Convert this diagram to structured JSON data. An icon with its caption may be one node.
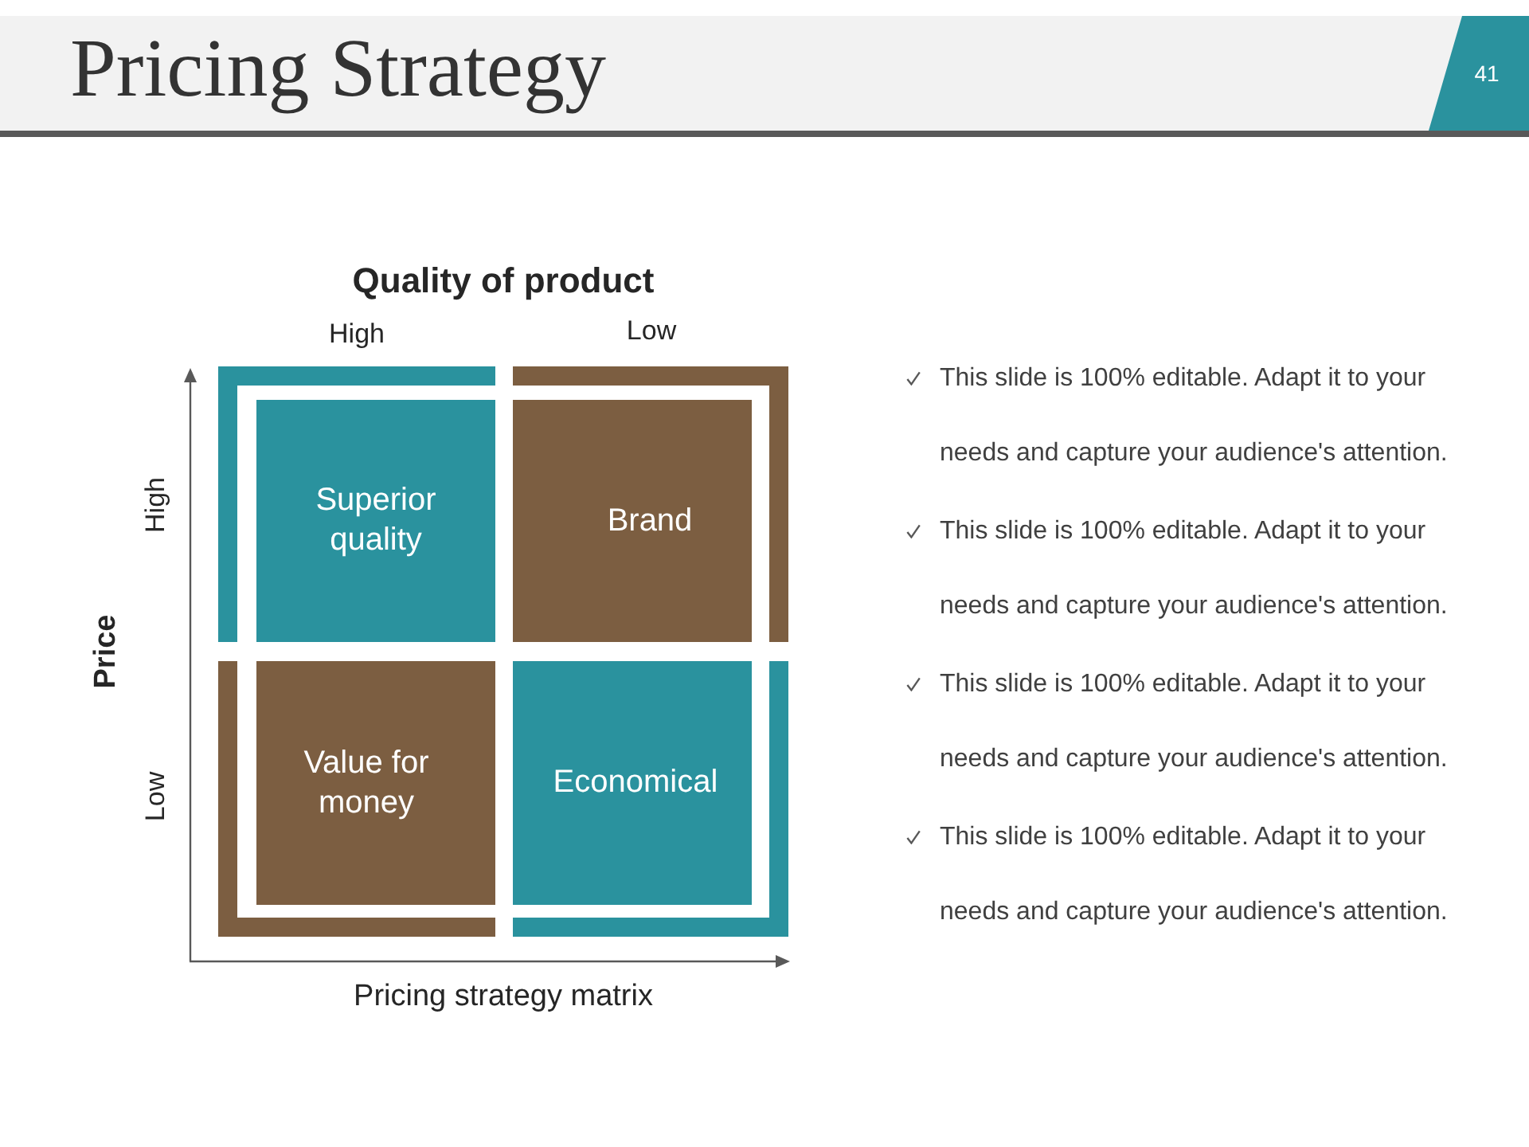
{
  "diagram": {
    "title": "Pricing Strategy",
    "nodes": [
      {
        "text": [
          "Superior quality"
        ]
      },
      {
        "text": [
          "Brand"
        ]
      },
      {
        "text": [
          "Value for money"
        ]
      },
      {
        "text": [
          "Economical"
        ]
      }
    ],
    "labels": [
      "41",
      "Quality of product",
      "High",
      "Low",
      "High",
      "Price",
      "Low",
      "Pricing strategy matrix",
      "This slide is 100% editable. Adapt it to your needs and capture your audience's attention.",
      "This slide is 100% editable. Adapt it to your needs and capture your audience's attention.",
      "This slide is 100% editable. Adapt it to your needs and capture your audience's attention.",
      "This slide is 100% editable. Adapt it to your needs and capture your audience's attention."
    ]
  }
}
